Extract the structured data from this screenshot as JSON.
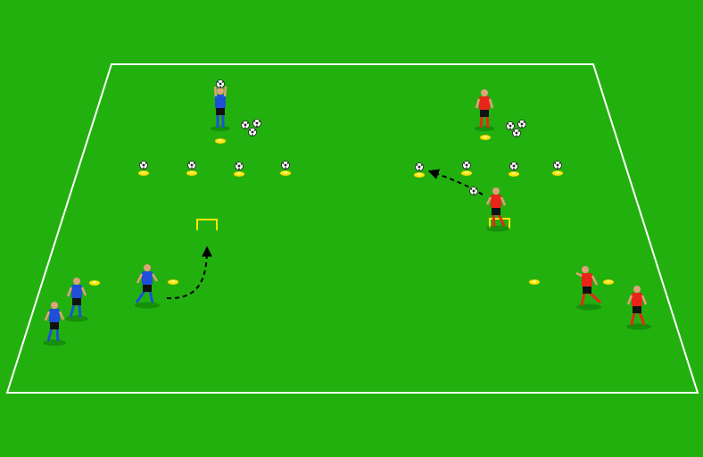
{
  "colors": {
    "pitch": "#22b00f",
    "pitch_shade": "#1ea60d",
    "line": "#ffffff",
    "blue_team": "#1f4fd8",
    "red_team": "#e8251a",
    "shorts": "#111111",
    "cone": "#ffe600",
    "goal": "#ffe600",
    "ball": "#ffffff",
    "arrow": "#000000"
  },
  "icons": {
    "player": "player-icon",
    "ball": "soccer-ball-icon",
    "cone": "cone-icon",
    "mini_goal": "mini-goal-icon",
    "run_arrow": "dashed-arrow-icon"
  },
  "teams": {
    "blue": {
      "players": 4,
      "goalkeeper_holding_ball": true
    },
    "red": {
      "players": 4
    }
  },
  "equipment": {
    "mini_goals": 2,
    "cones_with_balls": 8,
    "marker_cones": 6,
    "spare_balls": 6
  }
}
